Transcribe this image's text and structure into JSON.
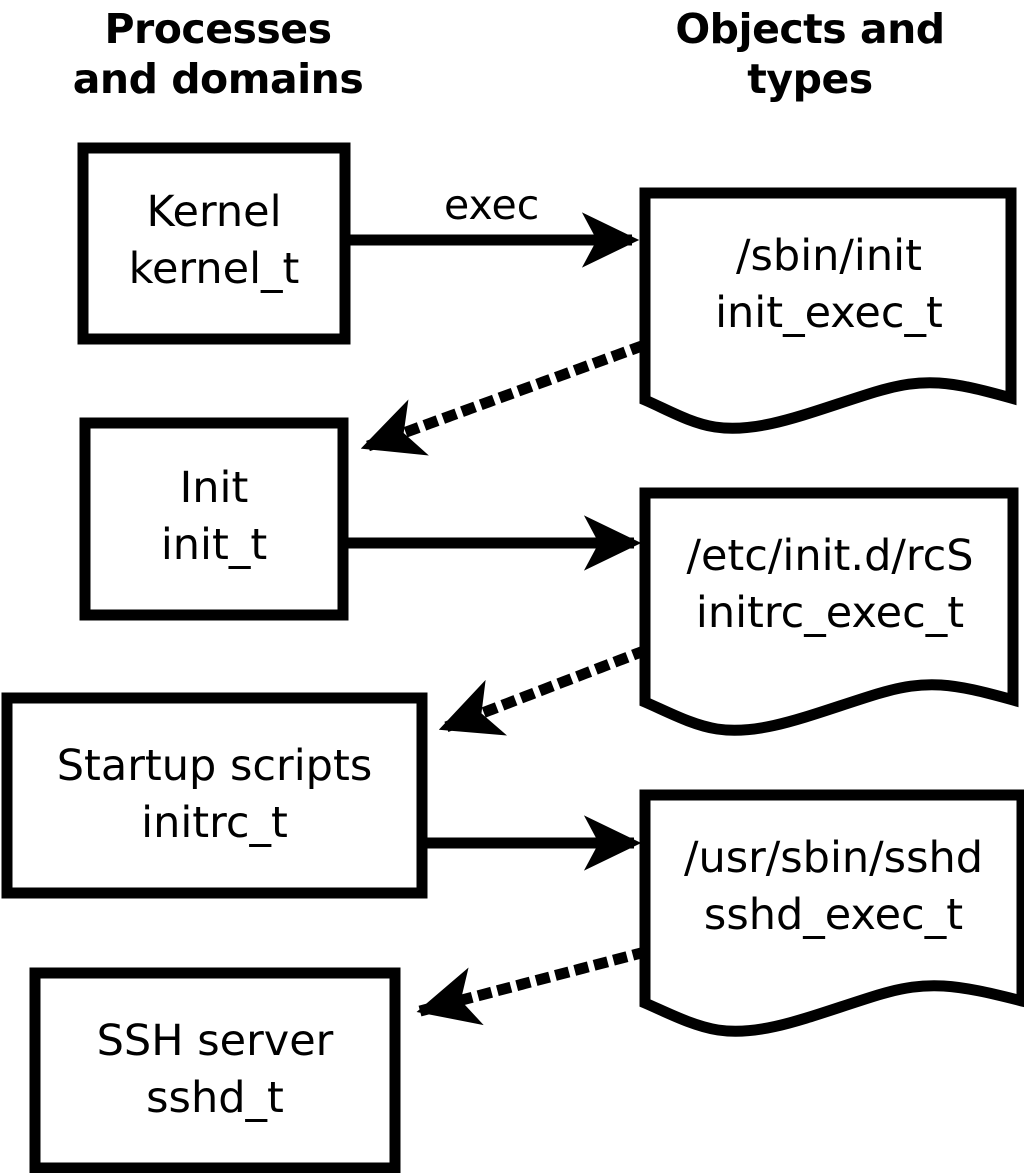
{
  "headers": {
    "left": "Processes\nand domains",
    "right": "Objects and\ntypes"
  },
  "colors": {
    "stroke": "#000000",
    "fill": "#ffffff",
    "text": "#000000"
  },
  "process_nodes": [
    {
      "id": "kernel",
      "name": "Kernel",
      "type": "kernel_t",
      "label": "Kernel\nkernel_t"
    },
    {
      "id": "init",
      "name": "Init",
      "type": "init_t",
      "label": "Init\ninit_t"
    },
    {
      "id": "initrc",
      "name": "Startup scripts",
      "type": "initrc_t",
      "label": "Startup scripts\ninitrc_t"
    },
    {
      "id": "sshd",
      "name": "SSH server",
      "type": "sshd_t",
      "label": "SSH server\nsshd_t"
    }
  ],
  "object_nodes": [
    {
      "id": "init_exec",
      "path": "/sbin/init",
      "type": "init_exec_t",
      "label": "/sbin/init\ninit_exec_t"
    },
    {
      "id": "initrc_exec",
      "path": "/etc/init.d/rcS",
      "type": "initrc_exec_t",
      "label": "/etc/init.d/rcS\ninitrc_exec_t"
    },
    {
      "id": "sshd_exec",
      "path": "/usr/sbin/sshd",
      "type": "sshd_exec_t",
      "label": "/usr/sbin/sshd\nsshd_exec_t"
    }
  ],
  "edges": [
    {
      "id": "kernel-exec-init_exec",
      "from": "kernel",
      "to": "init_exec",
      "style": "solid",
      "label": "exec"
    },
    {
      "id": "init_exec-to-init",
      "from": "init_exec",
      "to": "init",
      "style": "dotted",
      "label": ""
    },
    {
      "id": "init-to-initrc_exec",
      "from": "init",
      "to": "initrc_exec",
      "style": "solid",
      "label": ""
    },
    {
      "id": "initrc_exec-to-initrc",
      "from": "initrc_exec",
      "to": "initrc",
      "style": "dotted",
      "label": ""
    },
    {
      "id": "initrc-to-sshd_exec",
      "from": "initrc",
      "to": "sshd_exec",
      "style": "solid",
      "label": ""
    },
    {
      "id": "sshd_exec-to-sshd",
      "from": "sshd_exec",
      "to": "sshd",
      "style": "dotted",
      "label": ""
    }
  ],
  "edge_labels": {
    "exec": "exec"
  }
}
